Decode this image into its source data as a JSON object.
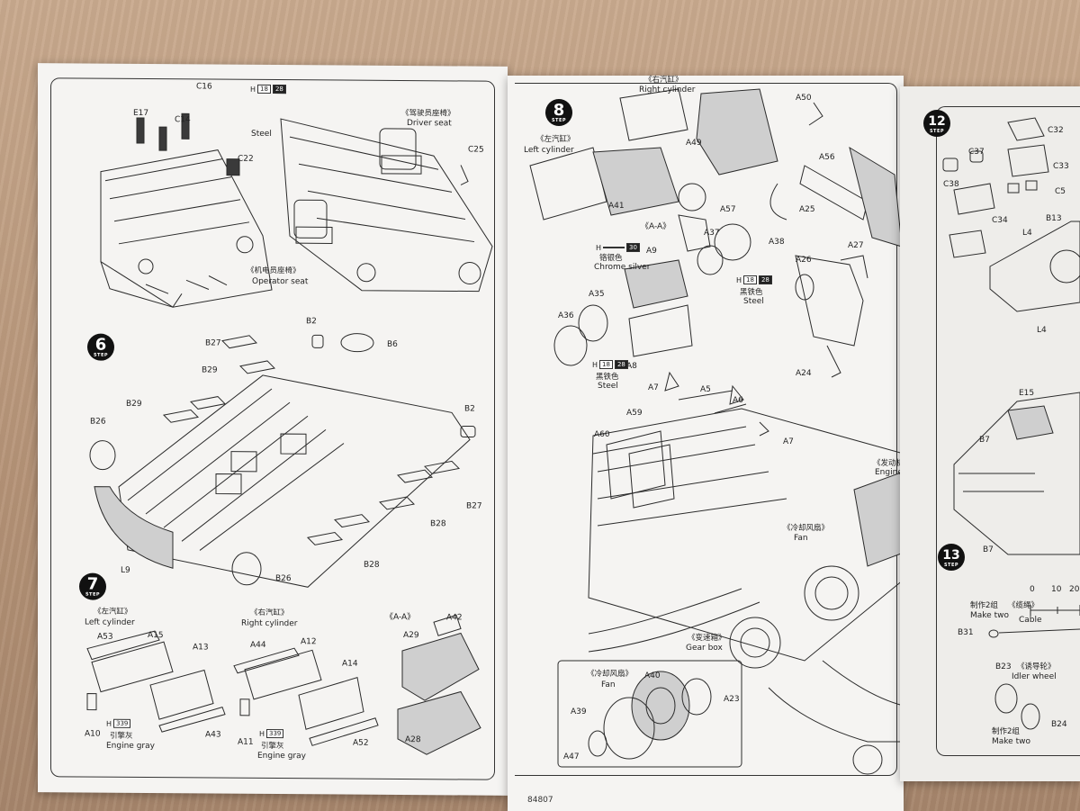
{
  "left_page": {
    "top_labels": {
      "c16": "C16",
      "e17": "E17",
      "c14": "C14",
      "c22": "C22",
      "c25": "C25",
      "steel": "Steel",
      "h_code": "H",
      "h_n1": "18",
      "h_n2": "28"
    },
    "driver_seat_cn": "《驾驶员座椅》",
    "driver_seat": "Driver seat",
    "operator_seat_cn": "《机电员座椅》",
    "operator_seat": "Operator seat",
    "step6": {
      "num": "6",
      "word": "STEP"
    },
    "step6_labels": {
      "b2a": "B2",
      "b6": "B6",
      "b27a": "B27",
      "b29a": "B29",
      "b29b": "B29",
      "b26a": "B26",
      "b2b": "B2",
      "b27b": "B27",
      "b28a": "B28",
      "b28b": "B28",
      "l9": "L9",
      "b26b": "B26"
    },
    "step7": {
      "num": "7",
      "word": "STEP"
    },
    "left_cyl_cn": "《左汽缸》",
    "left_cyl": "Left cylinder",
    "right_cyl_cn": "《右汽缸》",
    "right_cyl": "Right cylinder",
    "aa": "《A-A》",
    "step7_labels": {
      "a53": "A53",
      "a15": "A15",
      "a13": "A13",
      "a10": "A10",
      "a43": "A43",
      "a44": "A44",
      "a12": "A12",
      "a14": "A14",
      "a11": "A11",
      "a52": "A52",
      "a42": "A42",
      "a29": "A29",
      "a28": "A28"
    },
    "paint1": {
      "h": "H",
      "n": "339",
      "cn": "引擎灰",
      "en": "Engine gray"
    },
    "paint2": {
      "h": "H",
      "n": "339",
      "cn": "引擎灰",
      "en": "Engine gray"
    }
  },
  "right_page": {
    "step8": {
      "num": "8",
      "word": "STEP"
    },
    "right_cyl_cn": "《右汽缸》",
    "right_cyl": "Right cylinder",
    "left_cyl_cn": "《左汽缸》",
    "left_cyl": "Left cylinder",
    "labels": {
      "a49": "A49",
      "a50": "A50",
      "a56": "A56",
      "a57": "A57",
      "a25": "A25",
      "a41": "A41",
      "aa": "《A-A》",
      "a37": "A37",
      "a38": "A38",
      "a9": "A9",
      "a35": "A35",
      "a36": "A36",
      "a8": "A8",
      "a26": "A26",
      "a27": "A27",
      "a24": "A24",
      "a7a": "A7",
      "a5": "A5",
      "a6": "A6",
      "a59": "A59",
      "a60": "A60",
      "a7b": "A7"
    },
    "chrome": {
      "h": "H",
      "n": "30",
      "cn": "铬银色",
      "en": "Chrome silver"
    },
    "steel1": {
      "h": "H",
      "n1": "18",
      "n2": "28",
      "cn": "黑铁色",
      "en": "Steel"
    },
    "steel2": {
      "h": "H",
      "n1": "18",
      "n2": "28",
      "cn": "黑铁色",
      "en": "Steel"
    },
    "engine_cn": "《发动机》",
    "engine": "Engine",
    "fan_cn": "《冷却风扇》",
    "fan": "Fan",
    "gearbox_cn": "《变速箱》",
    "gearbox": "Gear box",
    "fan_box": {
      "title_cn": "《冷却风扇》",
      "title": "Fan",
      "a40": "A40",
      "a23": "A23",
      "a39": "A39",
      "a47": "A47"
    },
    "code": "84807"
  },
  "third_page": {
    "step12": {
      "num": "12",
      "word": "STEP"
    },
    "labels": {
      "c32": "C32",
      "c37": "C37",
      "c33": "C33",
      "c38": "C38",
      "c5": "C5",
      "c34": "C34",
      "b13": "B13",
      "l4a": "L4",
      "l4b": "L4",
      "e15": "E15",
      "b7a": "B7",
      "b7b": "B7",
      "b31": "B31",
      "b23": "B23",
      "b24": "B24"
    },
    "step13": {
      "num": "13",
      "word": "STEP"
    },
    "make_two_cn": "制作2组",
    "make_two": "Make two",
    "cable_cn": "《缆绳》",
    "cable": "Cable",
    "idler_cn": "《诱导轮》",
    "idler": "Idler wheel",
    "make_two2_cn": "制作2组",
    "make_two2": "Make two",
    "ruler": {
      "t0": "0",
      "t10": "10",
      "t20": "20"
    }
  }
}
